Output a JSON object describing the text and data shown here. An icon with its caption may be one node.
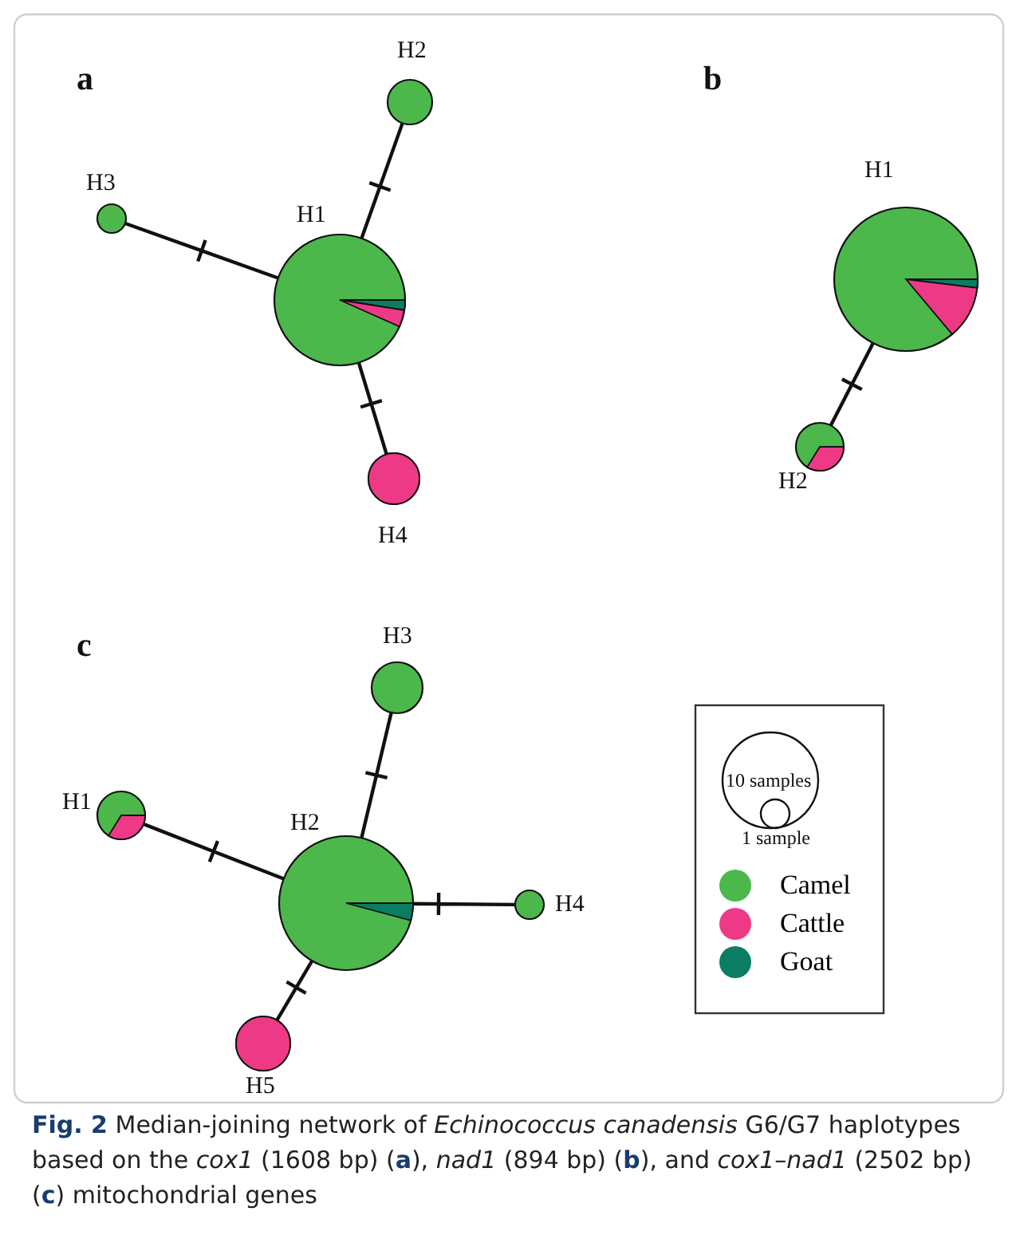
{
  "diagram": {
    "caption": "**Fig. 2** Median-joining network of *Echinococcus canadensis* G6/G7 haplotypes based on the *cox1* (1608 bp) (**a**), *nad1* (894 bp) (**b**), and *cox1*–*nad1* (2502 bp) (**c**) mitochondrial genes",
    "nodes": [
      {
        "text": [
          "H1"
        ]
      },
      {
        "text": [
          "H2"
        ]
      },
      {
        "text": [
          "H3"
        ]
      },
      {
        "text": [
          "H4"
        ]
      },
      {
        "text": [
          "H1"
        ]
      },
      {
        "text": [
          "H2"
        ]
      },
      {
        "text": [
          "H1"
        ]
      },
      {
        "text": [
          "H2"
        ]
      },
      {
        "text": [
          "H3"
        ]
      },
      {
        "text": [
          "H4"
        ]
      },
      {
        "text": [
          "H5"
        ]
      }
    ],
    "edges": [
      {
        "from": 0,
        "to": 1,
        "arrow": "none"
      },
      {
        "from": 0,
        "to": 2,
        "arrow": "none"
      },
      {
        "from": 0,
        "to": 3,
        "arrow": "none"
      },
      {
        "from": 4,
        "to": 5,
        "arrow": "none"
      },
      {
        "from": 7,
        "to": 6,
        "arrow": "none"
      },
      {
        "from": 7,
        "to": 8,
        "arrow": "none"
      },
      {
        "from": 7,
        "to": 9,
        "arrow": "none"
      },
      {
        "from": 7,
        "to": 10,
        "arrow": "none"
      }
    ],
    "labels": [
      "a",
      "b",
      "c",
      "10 samples",
      "1 sample"
    ],
    "legend": [
      {
        "text": "Camel",
        "color": "#4cb84c"
      },
      {
        "text": "Cattle",
        "color": "#ee3a86"
      },
      {
        "text": "Goat",
        "color": "#0a7d62"
      }
    ]
  }
}
